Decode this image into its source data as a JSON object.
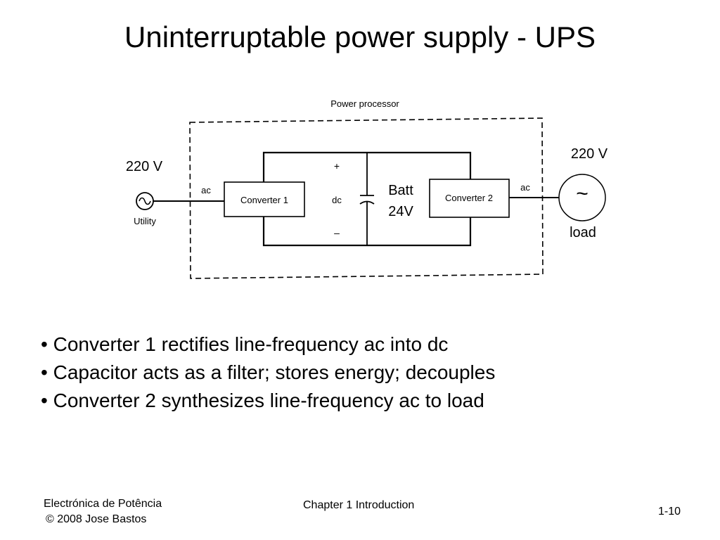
{
  "slide": {
    "title": "Uninterruptable power supply - UPS"
  },
  "diagram": {
    "power_processor_label": "Power processor",
    "input_voltage": "220 V",
    "output_voltage": "220 V",
    "utility_label": "Utility",
    "input_ac_label": "ac",
    "output_ac_label": "ac",
    "converter1_label": "Converter 1",
    "converter2_label": "Converter 2",
    "dc_plus": "+",
    "dc_label": "dc",
    "dc_minus": "–",
    "battery_line1": "Batt",
    "battery_line2": "24V",
    "load_symbol": "~",
    "load_label": "load"
  },
  "bullets": [
    "Converter 1 rectifies line-frequency ac into dc",
    "Capacitor acts as a filter; stores energy; decouples",
    "Converter 2 synthesizes line-frequency ac to load"
  ],
  "footer": {
    "left_line1": "Electrónica de Potência",
    "left_line2": "© 2008 Jose Bastos",
    "center": "Chapter 1 Introduction",
    "page_number": "1-10"
  }
}
